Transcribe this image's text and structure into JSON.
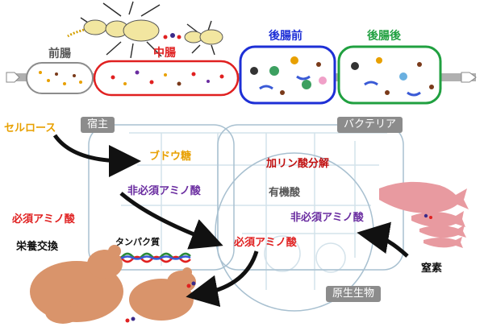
{
  "gut": {
    "foregut": "前腸",
    "midgut": "中腸",
    "anterior_hindgut": "後腸前",
    "posterior_hindgut": "後腸後"
  },
  "boxes": {
    "host": "宿主",
    "bacteria": "バクテリア",
    "protist": "原生生物"
  },
  "labels": {
    "cellulose": "セルロース",
    "glucose": "ブドウ糖",
    "nonessential_aa_host": "非必須アミノ酸",
    "phosphorolysis": "加リン酸分解",
    "organic_acid": "有機酸",
    "nonessential_aa_bacteria": "非必須アミノ酸",
    "essential_aa_left": "必須アミノ酸",
    "nutrient_exchange": "栄養交換",
    "protein": "タンパク質",
    "essential_aa_center": "必須アミノ酸",
    "nitrogen": "窒素"
  },
  "colors": {
    "foregut": "#8c8c8c",
    "midgut": "#e02020",
    "anterior_hindgut": "#1d2fd6",
    "posterior_hindgut": "#20a040",
    "cellulose": "#e8a000",
    "glucose": "#e8a000",
    "nonessential_aa": "#6a2ca0",
    "essential_aa": "#e02020",
    "phosphorolysis": "#c01010",
    "termite": "#f2e6a0",
    "mammal": "#d9946b",
    "fish": "#e89aa0"
  }
}
